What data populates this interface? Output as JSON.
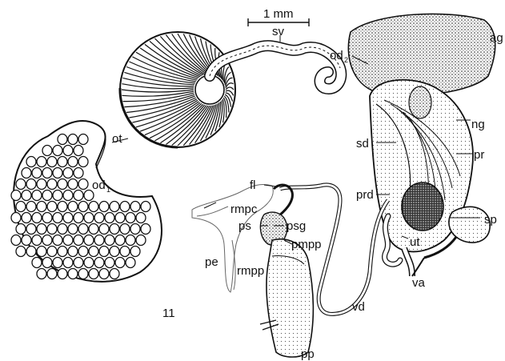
{
  "scale_bar": {
    "label": "1 mm"
  },
  "figure_number": "11",
  "labels": {
    "sv": "sv",
    "od2": "od",
    "od2_sub": "2",
    "ag": "ag",
    "ot": "ot",
    "od1": "od",
    "od1_sub": "1",
    "ng": "ng",
    "sd": "sd",
    "pr": "pr",
    "prd": "prd",
    "sp": "sp",
    "ut": "ut",
    "va": "va",
    "fl": "fl",
    "rmpc": "rmpc",
    "ps": "ps",
    "psg": "psg",
    "pmpp": "pmpp",
    "pe": "pe",
    "rmpp": "rmpp",
    "vd": "vd",
    "pp": "pp"
  }
}
